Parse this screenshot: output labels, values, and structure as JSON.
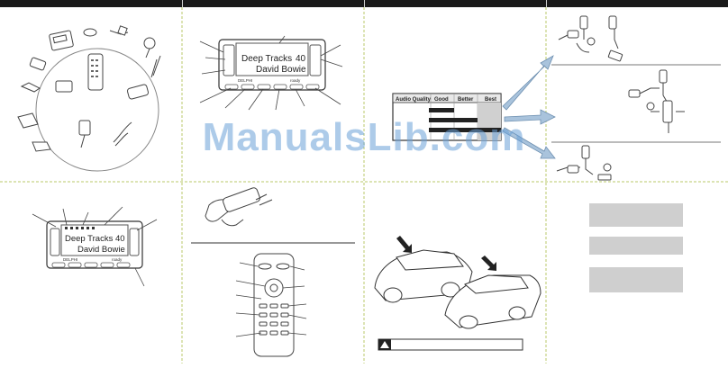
{
  "lcd_top": {
    "line1": "Deep Tracks",
    "line1_number": "40",
    "line2": "David Bowie"
  },
  "lcd_bottom": {
    "line1": "Deep Tracks",
    "line1_number": "40",
    "line2": "David Bowie"
  },
  "radio_brand": "DELPHI",
  "radio_logo": "roady",
  "audio_quality_table": {
    "header": "Audio Quality",
    "columns": [
      "Good",
      "Better",
      "Best"
    ]
  },
  "warning_icon": "warning-triangle-icon",
  "watermark": "ManualsLib.com",
  "colors": {
    "header_bar": "#1a1a1a",
    "panel_divider": "#b8c96a",
    "watermark": "#69a0d7",
    "arrow": "#a9c3dc",
    "gray_box": "#cfcfcf"
  }
}
